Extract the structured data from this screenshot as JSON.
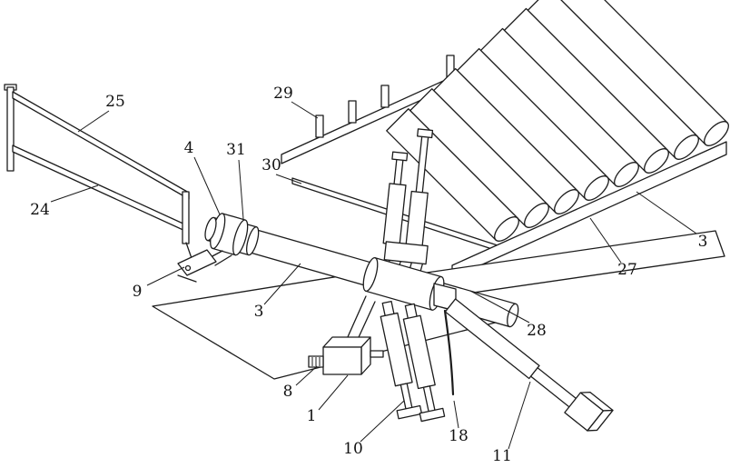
{
  "figure": {
    "background": "#ffffff",
    "line_color": "#1c1c1c",
    "labels": [
      {
        "text": "25",
        "part": "guard-rail-top"
      },
      {
        "text": "24",
        "part": "guard-rail-bottom"
      },
      {
        "text": "4",
        "part": "end-collar"
      },
      {
        "text": "31",
        "part": "collar-flange"
      },
      {
        "text": "30",
        "part": "support-rail"
      },
      {
        "text": "29",
        "part": "stop-tab"
      },
      {
        "text": "3",
        "part": "tube-right"
      },
      {
        "text": "27",
        "part": "rack-beam"
      },
      {
        "text": "28",
        "part": "chute-plate"
      },
      {
        "text": "9",
        "part": "hinge-bracket"
      },
      {
        "text": "3",
        "part": "roller-center"
      },
      {
        "text": "8",
        "part": "shaft-stub"
      },
      {
        "text": "1",
        "part": "drive-box"
      },
      {
        "text": "10",
        "part": "clamp-cylinder"
      },
      {
        "text": "18",
        "part": "drop-rod"
      },
      {
        "text": "11",
        "part": "push-arm"
      }
    ]
  }
}
